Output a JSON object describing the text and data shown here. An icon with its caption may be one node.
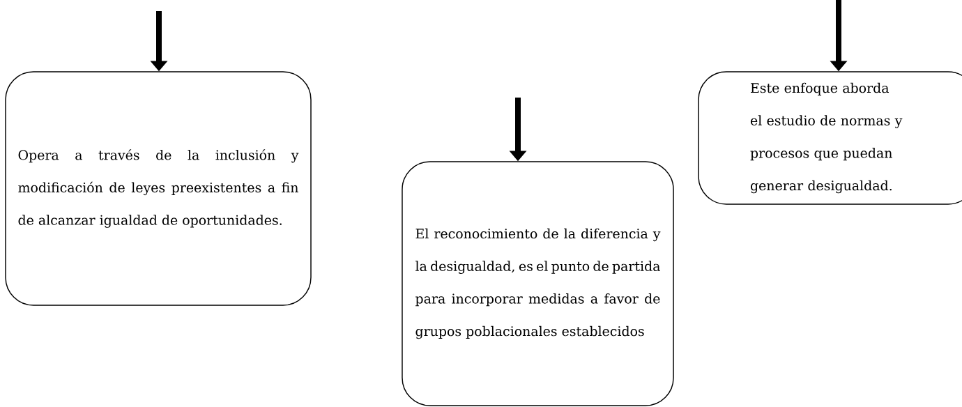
{
  "diagram": {
    "nodes": [
      {
        "text": [
          "Opera a través de la inclusión y modificación de leyes preexistentes a fin de alcanzar igualdad de oportunidades."
        ]
      },
      {
        "text": [
          "El reconocimiento de la diferencia y la desigualdad, es el punto de partida para incorporar medidas a favor de grupos poblacionales establecidos"
        ]
      },
      {
        "text": [
          "Este enfoque aborda el estudio de normas y procesos que puedan generar desigualdad."
        ]
      }
    ],
    "edges": [
      {
        "from": null,
        "to": 0,
        "arrow": "to"
      },
      {
        "from": null,
        "to": 1,
        "arrow": "to"
      },
      {
        "from": null,
        "to": 2,
        "arrow": "to"
      }
    ]
  }
}
